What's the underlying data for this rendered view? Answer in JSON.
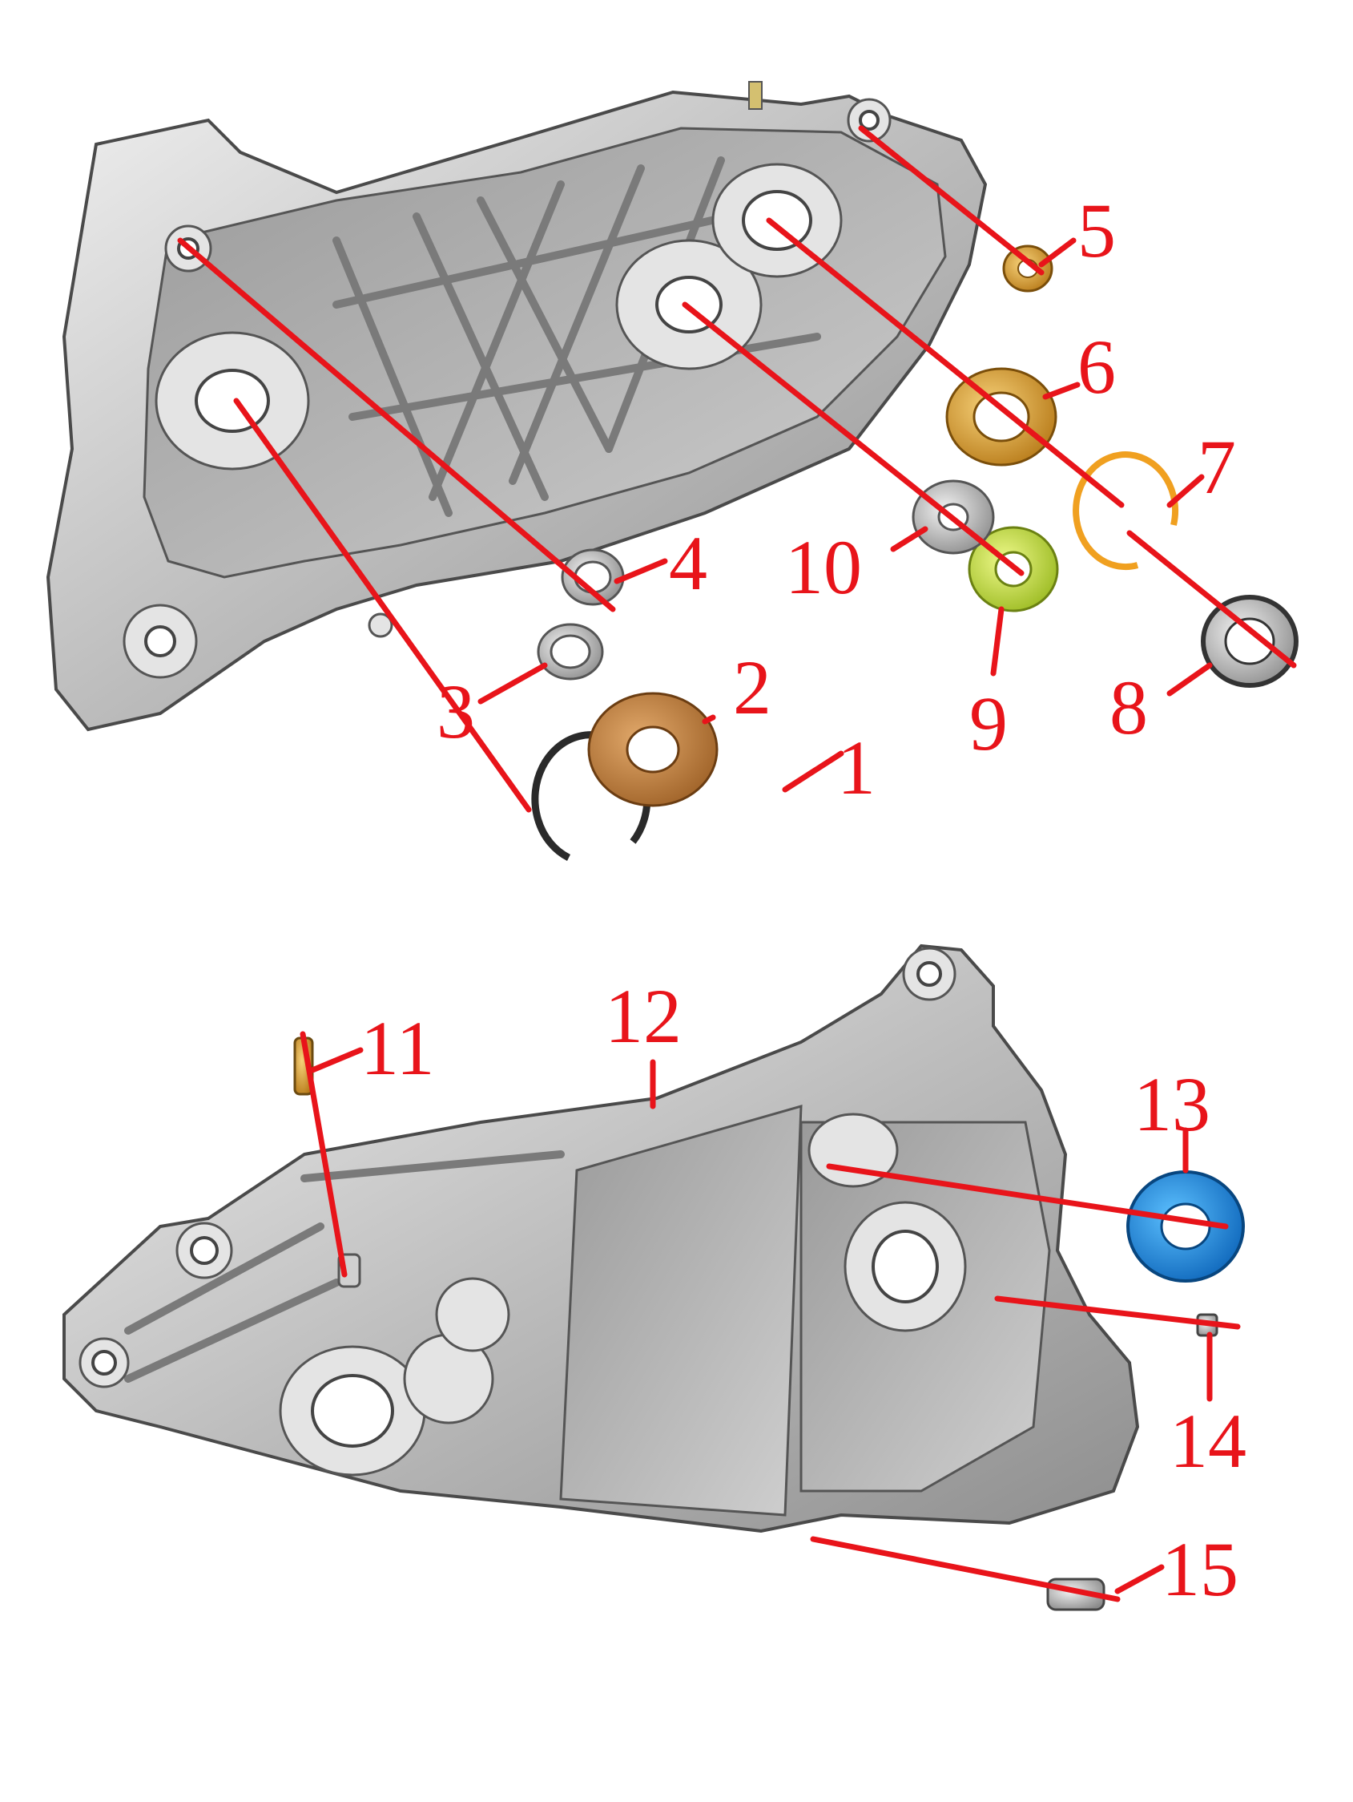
{
  "callouts": {
    "c1": "1",
    "c2": "2",
    "c3": "3",
    "c4": "4",
    "c5": "5",
    "c6": "6",
    "c7": "7",
    "c8": "8",
    "c9": "9",
    "c10": "10",
    "c11": "11",
    "c12": "12",
    "c13": "13",
    "c14": "14",
    "c15": "15"
  },
  "colors": {
    "callout": "#e8141a",
    "aluminum": "#bdbdbd",
    "washer_bronze": "#c98a4a",
    "bearing_gold": "#e8a93a",
    "circlip_orange": "#f0a020",
    "bearing_green": "#c8e04a",
    "bearing_blue": "#1e90e0",
    "seal_gray": "#8a8a8a",
    "circlip_dark": "#2a2a2a"
  }
}
